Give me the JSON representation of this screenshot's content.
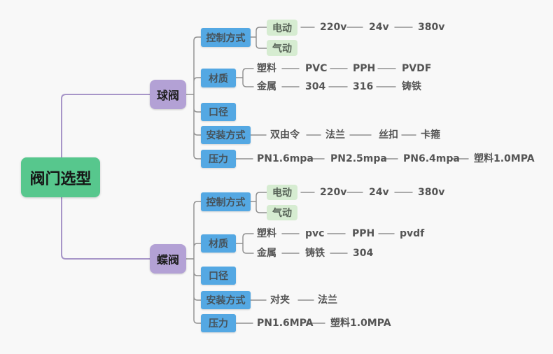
{
  "root": {
    "label": "阀门选型"
  },
  "ball": {
    "label": "球阀",
    "control": {
      "label": "控制方式",
      "types": [
        "电动",
        "气动"
      ],
      "voltages": [
        "220v",
        "24v",
        "380v"
      ]
    },
    "material": {
      "label": "材质",
      "plastic_label": "塑料",
      "plastic_items": [
        "PVC",
        "PPH",
        "PVDF"
      ],
      "metal_label": "金属",
      "metal_items": [
        "304",
        "316",
        "铸铁"
      ]
    },
    "diameter": {
      "label": "口径"
    },
    "install": {
      "label": "安装方式",
      "items": [
        "双由令",
        "法兰",
        "丝扣",
        "卡箍"
      ]
    },
    "pressure": {
      "label": "压力",
      "items": [
        "PN1.6mpa",
        "PN2.5mpa",
        "PN6.4mpa",
        "塑料1.0MPA"
      ]
    }
  },
  "butterfly": {
    "label": "蝶阀",
    "control": {
      "label": "控制方式",
      "types": [
        "电动",
        "气动"
      ],
      "voltages": [
        "220v",
        "24v",
        "380v"
      ]
    },
    "material": {
      "label": "材质",
      "plastic_label": "塑料",
      "plastic_items": [
        "pvc",
        "PPH",
        "pvdf"
      ],
      "metal_label": "金属",
      "metal_items": [
        "铸铁",
        "304"
      ]
    },
    "diameter": {
      "label": "口径"
    },
    "install": {
      "label": "安装方式",
      "items": [
        "对夹",
        "法兰"
      ]
    },
    "pressure": {
      "label": "压力",
      "items": [
        "PN1.6MPA",
        "塑料1.0MPA"
      ]
    }
  },
  "colors": {
    "background": "#f8f8f8",
    "root_node": "#57c78d",
    "level1_node": "#b3a1d5",
    "level2_node": "#54a8e3",
    "level3_node": "#d6ecd1",
    "root_connector": "#a795c8",
    "branch_connector": "#8f8f8f",
    "text": "#555555"
  }
}
